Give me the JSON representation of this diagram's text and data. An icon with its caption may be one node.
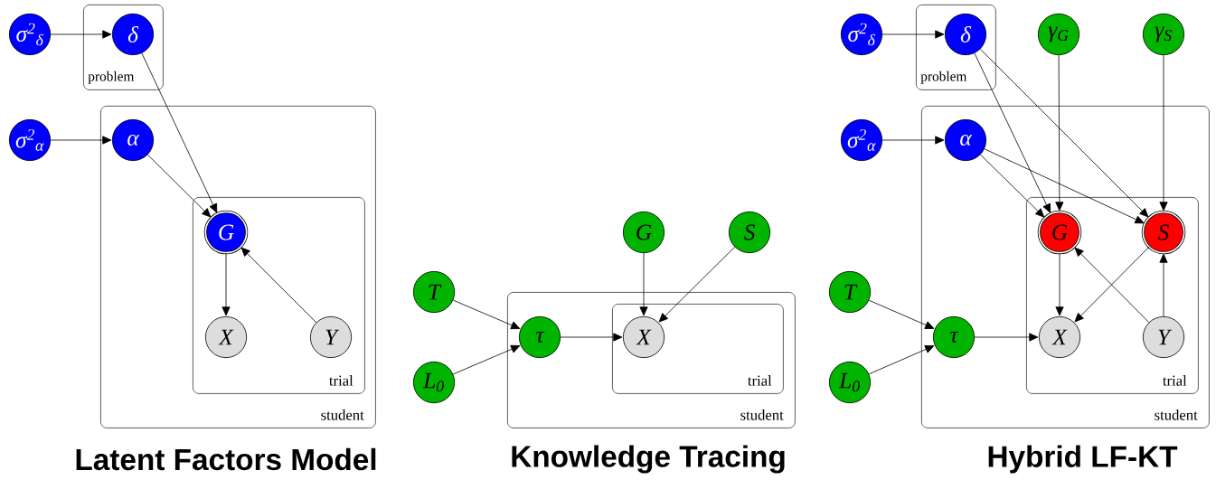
{
  "diagram": {
    "nodes": [
      {
        "text": [
          "σ$^{2}$$_{δ}$"
        ]
      },
      {
        "text": [
          "problem"
        ]
      },
      {
        "text": [
          "δ"
        ],
        "in": 1
      },
      {
        "text": [
          "σ$^{2}$$_{α}$"
        ]
      },
      {
        "text": [
          "student"
        ]
      },
      {
        "text": [
          "α"
        ],
        "in": 4
      },
      {
        "text": [
          "trial"
        ],
        "in": 4
      },
      {
        "text": [
          "G"
        ],
        "in": 6
      },
      {
        "text": [
          "X"
        ],
        "in": 6
      },
      {
        "text": [
          "Y"
        ],
        "in": 6
      },
      {
        "text": [
          "G"
        ]
      },
      {
        "text": [
          "S"
        ]
      },
      {
        "text": [
          "T"
        ]
      },
      {
        "text": [
          "student"
        ]
      },
      {
        "text": [
          "τ"
        ],
        "in": 13
      },
      {
        "text": [
          "trial"
        ],
        "in": 13
      },
      {
        "text": [
          "X"
        ],
        "in": 15
      },
      {
        "text": [
          "L$_{0}$"
        ]
      },
      {
        "text": [
          "σ$^{2}$$_{δ}$"
        ]
      },
      {
        "text": [
          "problem"
        ]
      },
      {
        "text": [
          "δ"
        ],
        "in": 19
      },
      {
        "text": [
          "γ$_{G}$"
        ]
      },
      {
        "text": [
          "γ$_{S}$"
        ]
      },
      {
        "text": [
          "σ$^{2}$$_{α}$"
        ]
      },
      {
        "text": [
          "student"
        ]
      },
      {
        "text": [
          "α"
        ],
        "in": 24
      },
      {
        "text": [
          "trial"
        ],
        "in": 24
      },
      {
        "text": [
          "G"
        ],
        "in": 26
      },
      {
        "text": [
          "S"
        ],
        "in": 26
      },
      {
        "text": [
          "T"
        ]
      },
      {
        "text": [
          "τ"
        ],
        "in": 24
      },
      {
        "text": [
          "X"
        ],
        "in": 26
      },
      {
        "text": [
          "Y"
        ],
        "in": 26
      },
      {
        "text": [
          "L$_{0}$"
        ]
      }
    ],
    "edges": [
      {
        "from": 0,
        "to": 2,
        "arrow": "to"
      },
      {
        "from": 3,
        "to": 5,
        "arrow": "to"
      },
      {
        "from": 2,
        "to": 7,
        "arrow": "to"
      },
      {
        "from": 5,
        "to": 7,
        "arrow": "to"
      },
      {
        "from": 7,
        "to": 8,
        "arrow": "to"
      },
      {
        "from": 9,
        "to": 7,
        "arrow": "to"
      },
      {
        "from": 12,
        "to": 14,
        "arrow": "to"
      },
      {
        "from": 17,
        "to": 14,
        "arrow": "to"
      },
      {
        "from": 14,
        "to": 16,
        "arrow": "to"
      },
      {
        "from": 10,
        "to": 16,
        "arrow": "to"
      },
      {
        "from": 11,
        "to": 16,
        "arrow": "to"
      },
      {
        "from": 18,
        "to": 20,
        "arrow": "to"
      },
      {
        "from": 23,
        "to": 25,
        "arrow": "to"
      },
      {
        "from": 20,
        "to": 27,
        "arrow": "to"
      },
      {
        "from": 20,
        "to": 28,
        "arrow": "to"
      },
      {
        "from": 21,
        "to": 27,
        "arrow": "to"
      },
      {
        "from": 22,
        "to": 28,
        "arrow": "to"
      },
      {
        "from": 25,
        "to": 27,
        "arrow": "to"
      },
      {
        "from": 25,
        "to": 28,
        "arrow": "to"
      },
      {
        "from": 27,
        "to": 31,
        "arrow": "to"
      },
      {
        "from": 28,
        "to": 31,
        "arrow": "to"
      },
      {
        "from": 32,
        "to": 27,
        "arrow": "to"
      },
      {
        "from": 32,
        "to": 28,
        "arrow": "to"
      },
      {
        "from": 29,
        "to": 30,
        "arrow": "to"
      },
      {
        "from": 33,
        "to": 30,
        "arrow": "to"
      },
      {
        "from": 30,
        "to": 31,
        "arrow": "to"
      }
    ],
    "labels": [
      "Latent Factors Model",
      "Knowledge Tracing",
      "Hybrid LF-KT"
    ]
  }
}
